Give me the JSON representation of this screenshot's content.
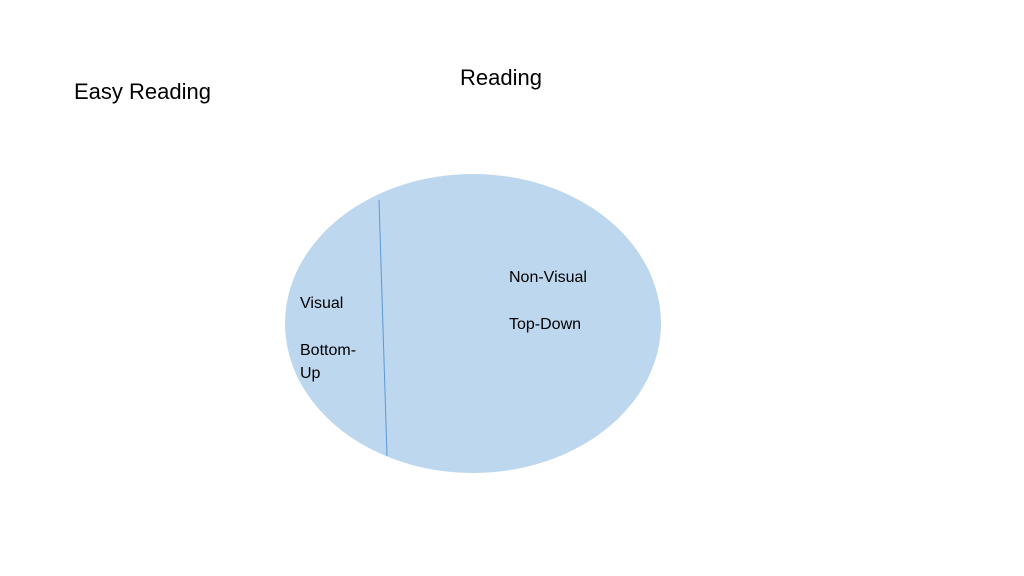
{
  "slide": {
    "heading_left": "Easy Reading",
    "heading_center": "Reading"
  },
  "diagram": {
    "left_region": {
      "line1": "Visual",
      "line2": "Bottom-Up"
    },
    "right_region": {
      "line1": "Non-Visual",
      "line2": "Top-Down"
    },
    "colors": {
      "fill": "#bdd7ee",
      "divider": "#5b9bd5"
    }
  }
}
